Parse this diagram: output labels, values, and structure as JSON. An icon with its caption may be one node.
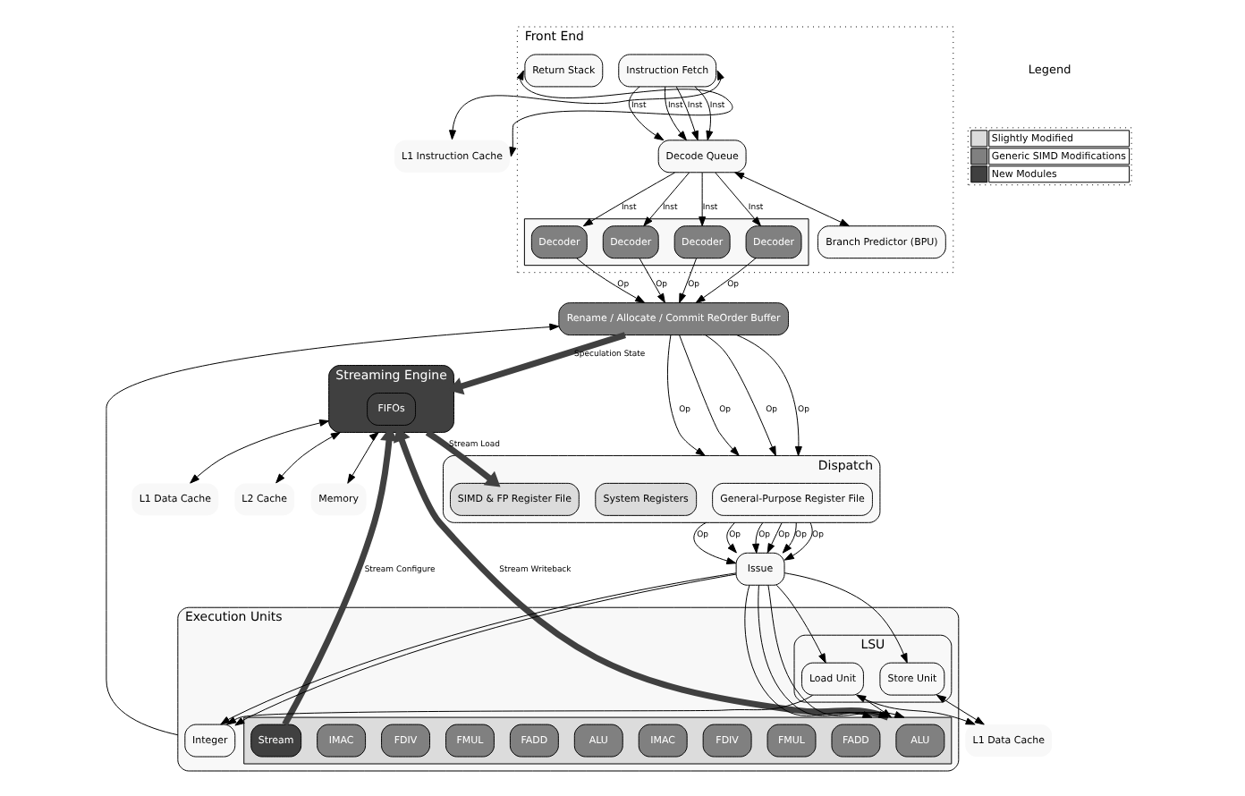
{
  "diagram": {
    "nodes": [
      {
        "text": [
          "Front End"
        ]
      },
      {
        "text": [
          "Instruction Fetch"
        ],
        "in": 0
      },
      {
        "text": [
          "Decode Queue"
        ],
        "in": 0
      },
      {
        "text": [],
        "shape": "box",
        "in": 0
      },
      {
        "text": [
          "Decoder"
        ],
        "in": 3
      },
      {
        "text": [
          "Decoder"
        ],
        "in": 3
      },
      {
        "text": [
          "Decoder"
        ],
        "in": 3
      },
      {
        "text": [
          "Decoder"
        ],
        "in": 3
      },
      {
        "text": [
          "Return Stack"
        ],
        "in": 0
      },
      {
        "text": [
          "Branch Predictor (BPU)"
        ],
        "in": 0
      },
      {
        "text": [
          "L1 Instruction Cache"
        ]
      },
      {
        "text": [
          "Rename / Allocate / Commit ReOrder Buffer"
        ]
      },
      {
        "text": [
          "Streaming Engine"
        ]
      },
      {
        "text": [
          "FIFOs"
        ],
        "in": 12
      },
      {
        "text": [
          "L1 Data Cache"
        ]
      },
      {
        "text": [
          "L2 Cache"
        ]
      },
      {
        "text": [
          "Memory"
        ]
      },
      {
        "text": [
          "Dispatch"
        ]
      },
      {
        "text": [
          "General-Purpose Register File"
        ],
        "in": 17
      },
      {
        "text": [
          "System Registers"
        ],
        "in": 17
      },
      {
        "text": [
          "SIMD & FP Register File"
        ],
        "in": 17
      },
      {
        "text": [
          "Issue"
        ]
      },
      {
        "text": [
          "Execution Units"
        ]
      },
      {
        "text": [
          "Integer"
        ],
        "in": 22
      },
      {
        "text": [
          "LSU"
        ],
        "in": 22
      },
      {
        "text": [
          "Load Unit"
        ],
        "in": 24
      },
      {
        "text": [
          "Store Unit"
        ],
        "in": 24
      },
      {
        "text": [],
        "shape": "box",
        "in": 22
      },
      {
        "text": [
          "ALU"
        ],
        "in": 27
      },
      {
        "text": [
          "FADD"
        ],
        "in": 27
      },
      {
        "text": [
          "FMUL"
        ],
        "in": 27
      },
      {
        "text": [
          "FDIV"
        ],
        "in": 27
      },
      {
        "text": [
          "IMAC"
        ],
        "in": 27
      },
      {
        "text": [
          "ALU"
        ],
        "in": 27
      },
      {
        "text": [
          "FADD"
        ],
        "in": 27
      },
      {
        "text": [
          "FMUL"
        ],
        "in": 27
      },
      {
        "text": [
          "FDIV"
        ],
        "in": 27
      },
      {
        "text": [
          "IMAC"
        ],
        "in": 27
      },
      {
        "text": [
          "Stream"
        ],
        "in": 27
      },
      {
        "text": [
          "L1 Data Cache"
        ]
      }
    ],
    "edges": [
      {
        "from": 1,
        "to": 10,
        "arrow": "both"
      },
      {
        "from": 2,
        "to": 9,
        "arrow": "both"
      },
      {
        "from": 8,
        "to": 10,
        "arrow": "both"
      },
      {
        "from": 1,
        "to": 2,
        "arrow": "to",
        "label": "Inst"
      },
      {
        "from": 1,
        "to": 2,
        "arrow": "to",
        "label": "Inst"
      },
      {
        "from": 1,
        "to": 2,
        "arrow": "to",
        "label": "Inst"
      },
      {
        "from": 1,
        "to": 2,
        "arrow": "to",
        "label": "Inst"
      },
      {
        "from": 2,
        "to": 4,
        "arrow": "to",
        "label": "Inst"
      },
      {
        "from": 2,
        "to": 5,
        "arrow": "to",
        "label": "Inst"
      },
      {
        "from": 2,
        "to": 6,
        "arrow": "to",
        "label": "Inst"
      },
      {
        "from": 2,
        "to": 7,
        "arrow": "to",
        "label": "Inst"
      },
      {
        "from": 4,
        "to": 11,
        "arrow": "to",
        "label": "Op"
      },
      {
        "from": 5,
        "to": 11,
        "arrow": "to",
        "label": "Op"
      },
      {
        "from": 6,
        "to": 11,
        "arrow": "to",
        "label": "Op"
      },
      {
        "from": 7,
        "to": 11,
        "arrow": "to",
        "label": "Op"
      },
      {
        "from": 11,
        "to": 12,
        "arrow": "to",
        "label": "Speculation State",
        "style": "thick",
        "color": "#404040"
      },
      {
        "from": 12,
        "to": 14,
        "arrow": "both"
      },
      {
        "from": 12,
        "to": 15,
        "arrow": "both"
      },
      {
        "from": 12,
        "to": 16,
        "arrow": "both"
      },
      {
        "from": 11,
        "to": 17,
        "arrow": "to",
        "label": "Op"
      },
      {
        "from": 11,
        "to": 17,
        "arrow": "to",
        "label": "Op"
      },
      {
        "from": 11,
        "to": 17,
        "arrow": "to",
        "label": "Op"
      },
      {
        "from": 11,
        "to": 17,
        "arrow": "to",
        "label": "Op"
      },
      {
        "from": 12,
        "to": 20,
        "arrow": "to",
        "label": "Stream Load",
        "style": "thick",
        "color": "#404040"
      },
      {
        "from": 17,
        "to": 21,
        "arrow": "to",
        "label": "Op"
      },
      {
        "from": 17,
        "to": 21,
        "arrow": "to",
        "label": "Op"
      },
      {
        "from": 17,
        "to": 21,
        "arrow": "to",
        "label": "Op"
      },
      {
        "from": 17,
        "to": 21,
        "arrow": "to",
        "label": "Op"
      },
      {
        "from": 17,
        "to": 21,
        "arrow": "to",
        "label": "Op"
      },
      {
        "from": 17,
        "to": 21,
        "arrow": "to",
        "label": "Op"
      },
      {
        "from": 21,
        "to": 23,
        "arrow": "to"
      },
      {
        "from": 21,
        "to": 23,
        "arrow": "to"
      },
      {
        "from": 21,
        "to": 25,
        "arrow": "to"
      },
      {
        "from": 21,
        "to": 26,
        "arrow": "to"
      },
      {
        "from": 21,
        "to": 27,
        "arrow": "to"
      },
      {
        "from": 21,
        "to": 27,
        "arrow": "to"
      },
      {
        "from": 21,
        "to": 27,
        "arrow": "to"
      },
      {
        "from": 38,
        "to": 12,
        "arrow": "to",
        "label": "Stream Configure",
        "style": "thick",
        "color": "#404040"
      },
      {
        "from": 27,
        "to": 12,
        "arrow": "to",
        "label": "Stream Writeback",
        "style": "thick",
        "color": "#404040"
      },
      {
        "from": 25,
        "to": 39,
        "arrow": "both"
      },
      {
        "from": 26,
        "to": 39,
        "arrow": "both"
      },
      {
        "from": 25,
        "to": 23,
        "arrow": "to"
      },
      {
        "from": 25,
        "to": 27,
        "arrow": "to"
      },
      {
        "from": 22,
        "to": 11,
        "arrow": "to"
      }
    ],
    "labels": [
      "Legend"
    ],
    "legend": [
      {
        "text": "Slightly Modified",
        "color": "#dcdcdc"
      },
      {
        "text": "Generic SIMD Modifications",
        "color": "#808080"
      },
      {
        "text": "New Modules",
        "color": "#404040"
      }
    ]
  }
}
